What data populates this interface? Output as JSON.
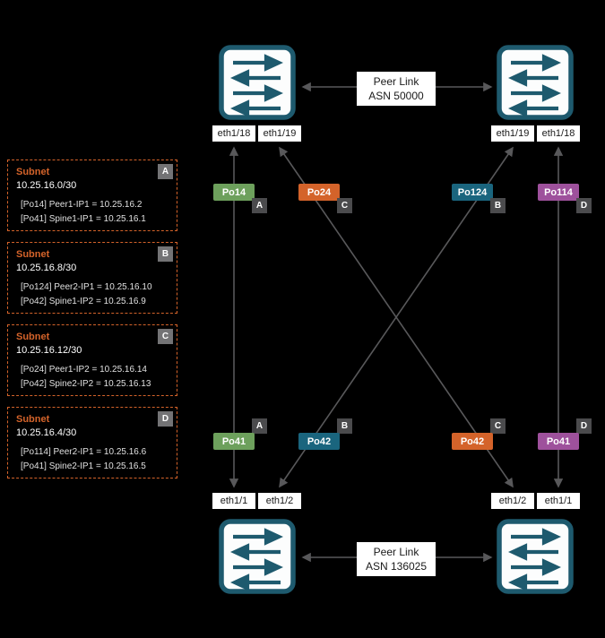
{
  "colors": {
    "background": "#000000",
    "switch_border": "#1e5a6e",
    "line_grey": "#58585a",
    "po_green": "#6da05c",
    "po_orange": "#d4632a",
    "po_teal": "#1a657e",
    "po_purple": "#9e519c",
    "badge_dark": "#4b4b4d",
    "badge_grey": "#737375",
    "subnet_border_orange": "#d4632a"
  },
  "peer_links": [
    {
      "line1": "Peer Link",
      "line2": "ASN 50000"
    },
    {
      "line1": "Peer Link",
      "line2": "ASN 136025"
    }
  ],
  "ports": [
    "eth1/18",
    "eth1/19",
    "eth1/19",
    "eth1/18",
    "eth1/1",
    "eth1/2",
    "eth1/2",
    "eth1/1"
  ],
  "po_chips": [
    {
      "label": "Po14",
      "badge": "A"
    },
    {
      "label": "Po24",
      "badge": "C"
    },
    {
      "label": "Po124",
      "badge": "B"
    },
    {
      "label": "Po114",
      "badge": "D"
    },
    {
      "label": "Po41",
      "badge": "A"
    },
    {
      "label": "Po42",
      "badge": "B"
    },
    {
      "label": "Po42",
      "badge": "C"
    },
    {
      "label": "Po41",
      "badge": "D"
    }
  ],
  "subnets": [
    {
      "title": "Subnet",
      "badge": "A",
      "cidr": "10.25.16.0/30",
      "lines": [
        "[Po14] Peer1-IP1 = 10.25.16.2",
        "[Po41] Spine1-IP1 = 10.25.16.1"
      ]
    },
    {
      "title": "Subnet",
      "badge": "B",
      "cidr": "10.25.16.8/30",
      "lines": [
        "[Po124] Peer2-IP1 = 10.25.16.10",
        "[Po42] Spine1-IP2 = 10.25.16.9"
      ]
    },
    {
      "title": "Subnet",
      "badge": "C",
      "cidr": "10.25.16.12/30",
      "lines": [
        "[Po24] Peer1-IP2 = 10.25.16.14",
        "[Po42] Spine2-IP2 = 10.25.16.13"
      ]
    },
    {
      "title": "Subnet",
      "badge": "D",
      "cidr": "10.25.16.4/30",
      "lines": [
        "[Po114] Peer2-IP1 = 10.25.16.6",
        "[Po41] Spine2-IP1 = 10.25.16.5"
      ]
    }
  ]
}
